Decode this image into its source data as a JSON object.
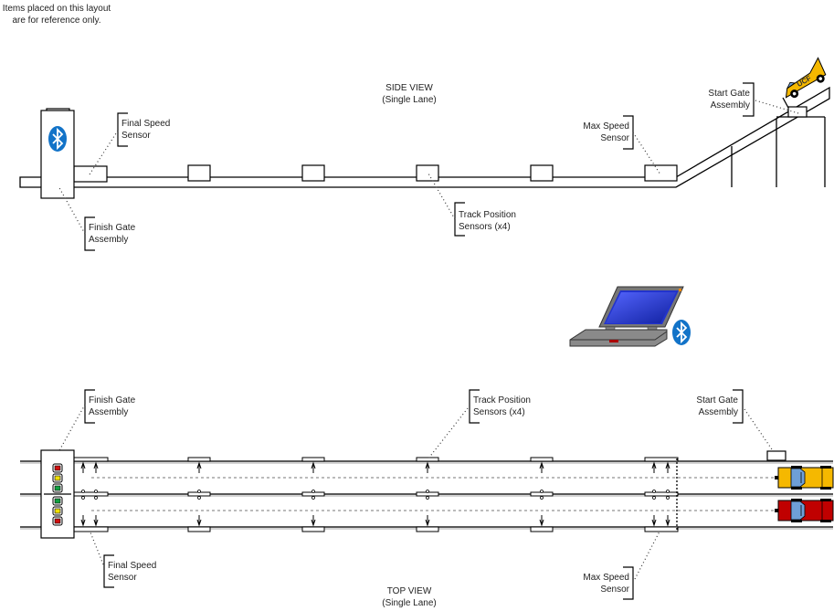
{
  "notice": [
    "Items placed on this layout",
    "are for reference only."
  ],
  "side_view": {
    "title": "SIDE VIEW",
    "subtitle": "(Single Lane)",
    "labels": {
      "final_speed_sensor": [
        "Final Speed",
        "Sensor"
      ],
      "finish_gate_assembly": [
        "Finish Gate",
        "Assembly"
      ],
      "track_position_sensors": [
        "Track Position",
        "Sensors (x4)"
      ],
      "max_speed_sensor": [
        "Max Speed",
        "Sensor"
      ],
      "start_gate_assembly": [
        "Start Gate",
        "Assembly"
      ]
    },
    "car_text": "UCF",
    "bluetooth_icon": "bluetooth-icon"
  },
  "laptop": {
    "icon": "laptop-icon",
    "bluetooth_icon": "bluetooth-icon"
  },
  "top_view": {
    "title": "TOP VIEW",
    "subtitle": "(Single Lane)",
    "labels": {
      "finish_gate_assembly": [
        "Finish Gate",
        "Assembly"
      ],
      "track_position_sensors": [
        "Track Position",
        "Sensors (x4)"
      ],
      "start_gate_assembly": [
        "Start Gate",
        "Assembly"
      ],
      "final_speed_sensor": [
        "Final Speed",
        "Sensor"
      ],
      "max_speed_sensor": [
        "Max Speed",
        "Sensor"
      ]
    },
    "lanes": [
      {
        "name": "lane-1",
        "car_color": "#F5B800"
      },
      {
        "name": "lane-2",
        "car_color": "#C00000"
      }
    ],
    "traffic_lights": {
      "lane_1": [
        "#D01010",
        "#F0E000",
        "#10A040"
      ],
      "lane_2": [
        "#10A040",
        "#F0E000",
        "#D01010"
      ]
    }
  },
  "colors": {
    "bluetooth": "#1273C8",
    "car_yellow": "#F5B800",
    "car_red": "#C00000",
    "windshield": "#6E9FD8",
    "laptop_screen": "#2233CC",
    "laptop_body": "#555555"
  }
}
